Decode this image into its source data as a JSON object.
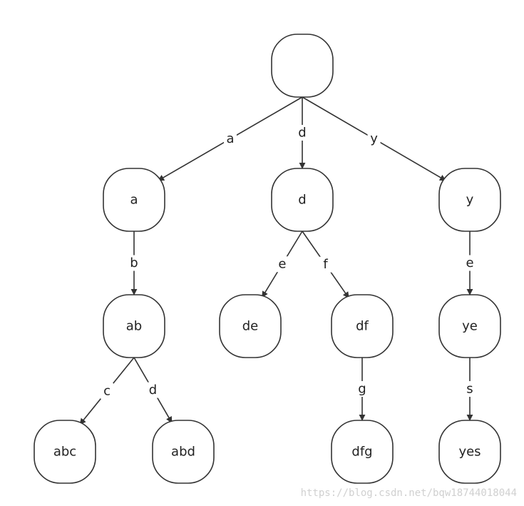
{
  "diagram": {
    "type": "trie",
    "nodes": [
      {
        "id": "root",
        "label": ""
      },
      {
        "id": "a",
        "label": "a"
      },
      {
        "id": "d",
        "label": "d"
      },
      {
        "id": "y",
        "label": "y"
      },
      {
        "id": "ab",
        "label": "ab"
      },
      {
        "id": "de",
        "label": "de"
      },
      {
        "id": "df",
        "label": "df"
      },
      {
        "id": "ye",
        "label": "ye"
      },
      {
        "id": "abc",
        "label": "abc"
      },
      {
        "id": "abd",
        "label": "abd"
      },
      {
        "id": "dfg",
        "label": "dfg"
      },
      {
        "id": "yes",
        "label": "yes"
      }
    ],
    "edges": [
      {
        "from": "root",
        "to": "a",
        "label": "a"
      },
      {
        "from": "root",
        "to": "d",
        "label": "d"
      },
      {
        "from": "root",
        "to": "y",
        "label": "y"
      },
      {
        "from": "a",
        "to": "ab",
        "label": "b"
      },
      {
        "from": "d",
        "to": "de",
        "label": "e"
      },
      {
        "from": "d",
        "to": "df",
        "label": "f"
      },
      {
        "from": "y",
        "to": "ye",
        "label": "e"
      },
      {
        "from": "ab",
        "to": "abc",
        "label": "c"
      },
      {
        "from": "ab",
        "to": "abd",
        "label": "d"
      },
      {
        "from": "df",
        "to": "dfg",
        "label": "g"
      },
      {
        "from": "ye",
        "to": "yes",
        "label": "s"
      }
    ]
  },
  "watermark": "https://blog.csdn.net/bqw18744018044"
}
